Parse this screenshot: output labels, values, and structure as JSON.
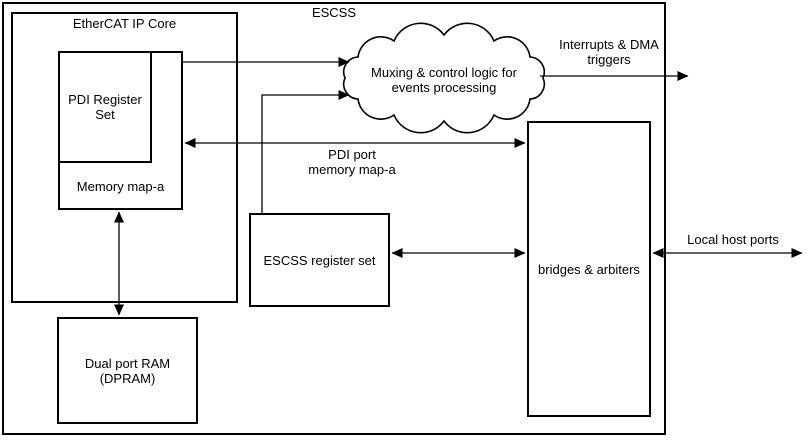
{
  "diagram": {
    "title": "ESCSS",
    "nodes": {
      "ethercat_ip_core": {
        "label": "EtherCAT IP Core"
      },
      "pdi_register_set": {
        "label": "PDI Register Set"
      },
      "memory_map_a": {
        "label": "Memory map-a"
      },
      "dpram": {
        "line1": "Dual port RAM",
        "line2": "(DPRAM)"
      },
      "escss_register_set": {
        "label": "ESCSS register set"
      },
      "bridges_arbiters": {
        "label": "bridges & arbiters"
      },
      "muxing_cloud": {
        "line1": "Muxing & control logic for",
        "line2": "events processing"
      }
    },
    "edge_labels": {
      "interrupts": {
        "line1": "Interrupts & DMA",
        "line2": "triggers"
      },
      "pdi_port": {
        "line1": "PDI port",
        "line2": "memory map-a"
      },
      "local_host_ports": {
        "label": "Local host ports"
      }
    },
    "colors": {
      "line": "#000000",
      "background": "#ffffff"
    }
  }
}
